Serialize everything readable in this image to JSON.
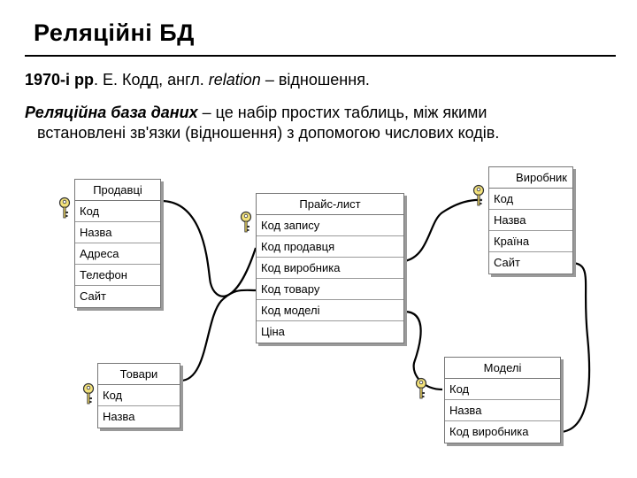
{
  "slide": {
    "title": "Реляційні БД",
    "line1": {
      "year": "1970-і рр",
      "rest_a": ". Е. Кодд, англ. ",
      "term": "relation",
      "rest_b": " – відношення."
    },
    "definition": {
      "term": "Реляційна база даних",
      "text_a": " – це набір простих таблиць, між якими",
      "text_b": "встановлені зв'язки (відношення) з допомогою числових кодів."
    }
  },
  "tables": {
    "sellers": {
      "title": "Продавці",
      "fields": [
        "Код",
        "Назва",
        "Адреса",
        "Телефон",
        "Сайт"
      ]
    },
    "price_list": {
      "title": "Прайс-лист",
      "fields": [
        "Код запису",
        "Код продавця",
        "Код виробника",
        "Код товару",
        "Код моделі",
        "Ціна"
      ]
    },
    "manufacturer": {
      "title": "Виробник",
      "fields": [
        "Код",
        "Назва",
        "Країна",
        "Сайт"
      ]
    },
    "goods": {
      "title": "Товари",
      "fields": [
        "Код",
        "Назва"
      ]
    },
    "models": {
      "title": "Моделі",
      "fields": [
        "Код",
        "Назва",
        "Код виробника"
      ]
    }
  },
  "icons": {
    "primary_key": "key-icon"
  }
}
